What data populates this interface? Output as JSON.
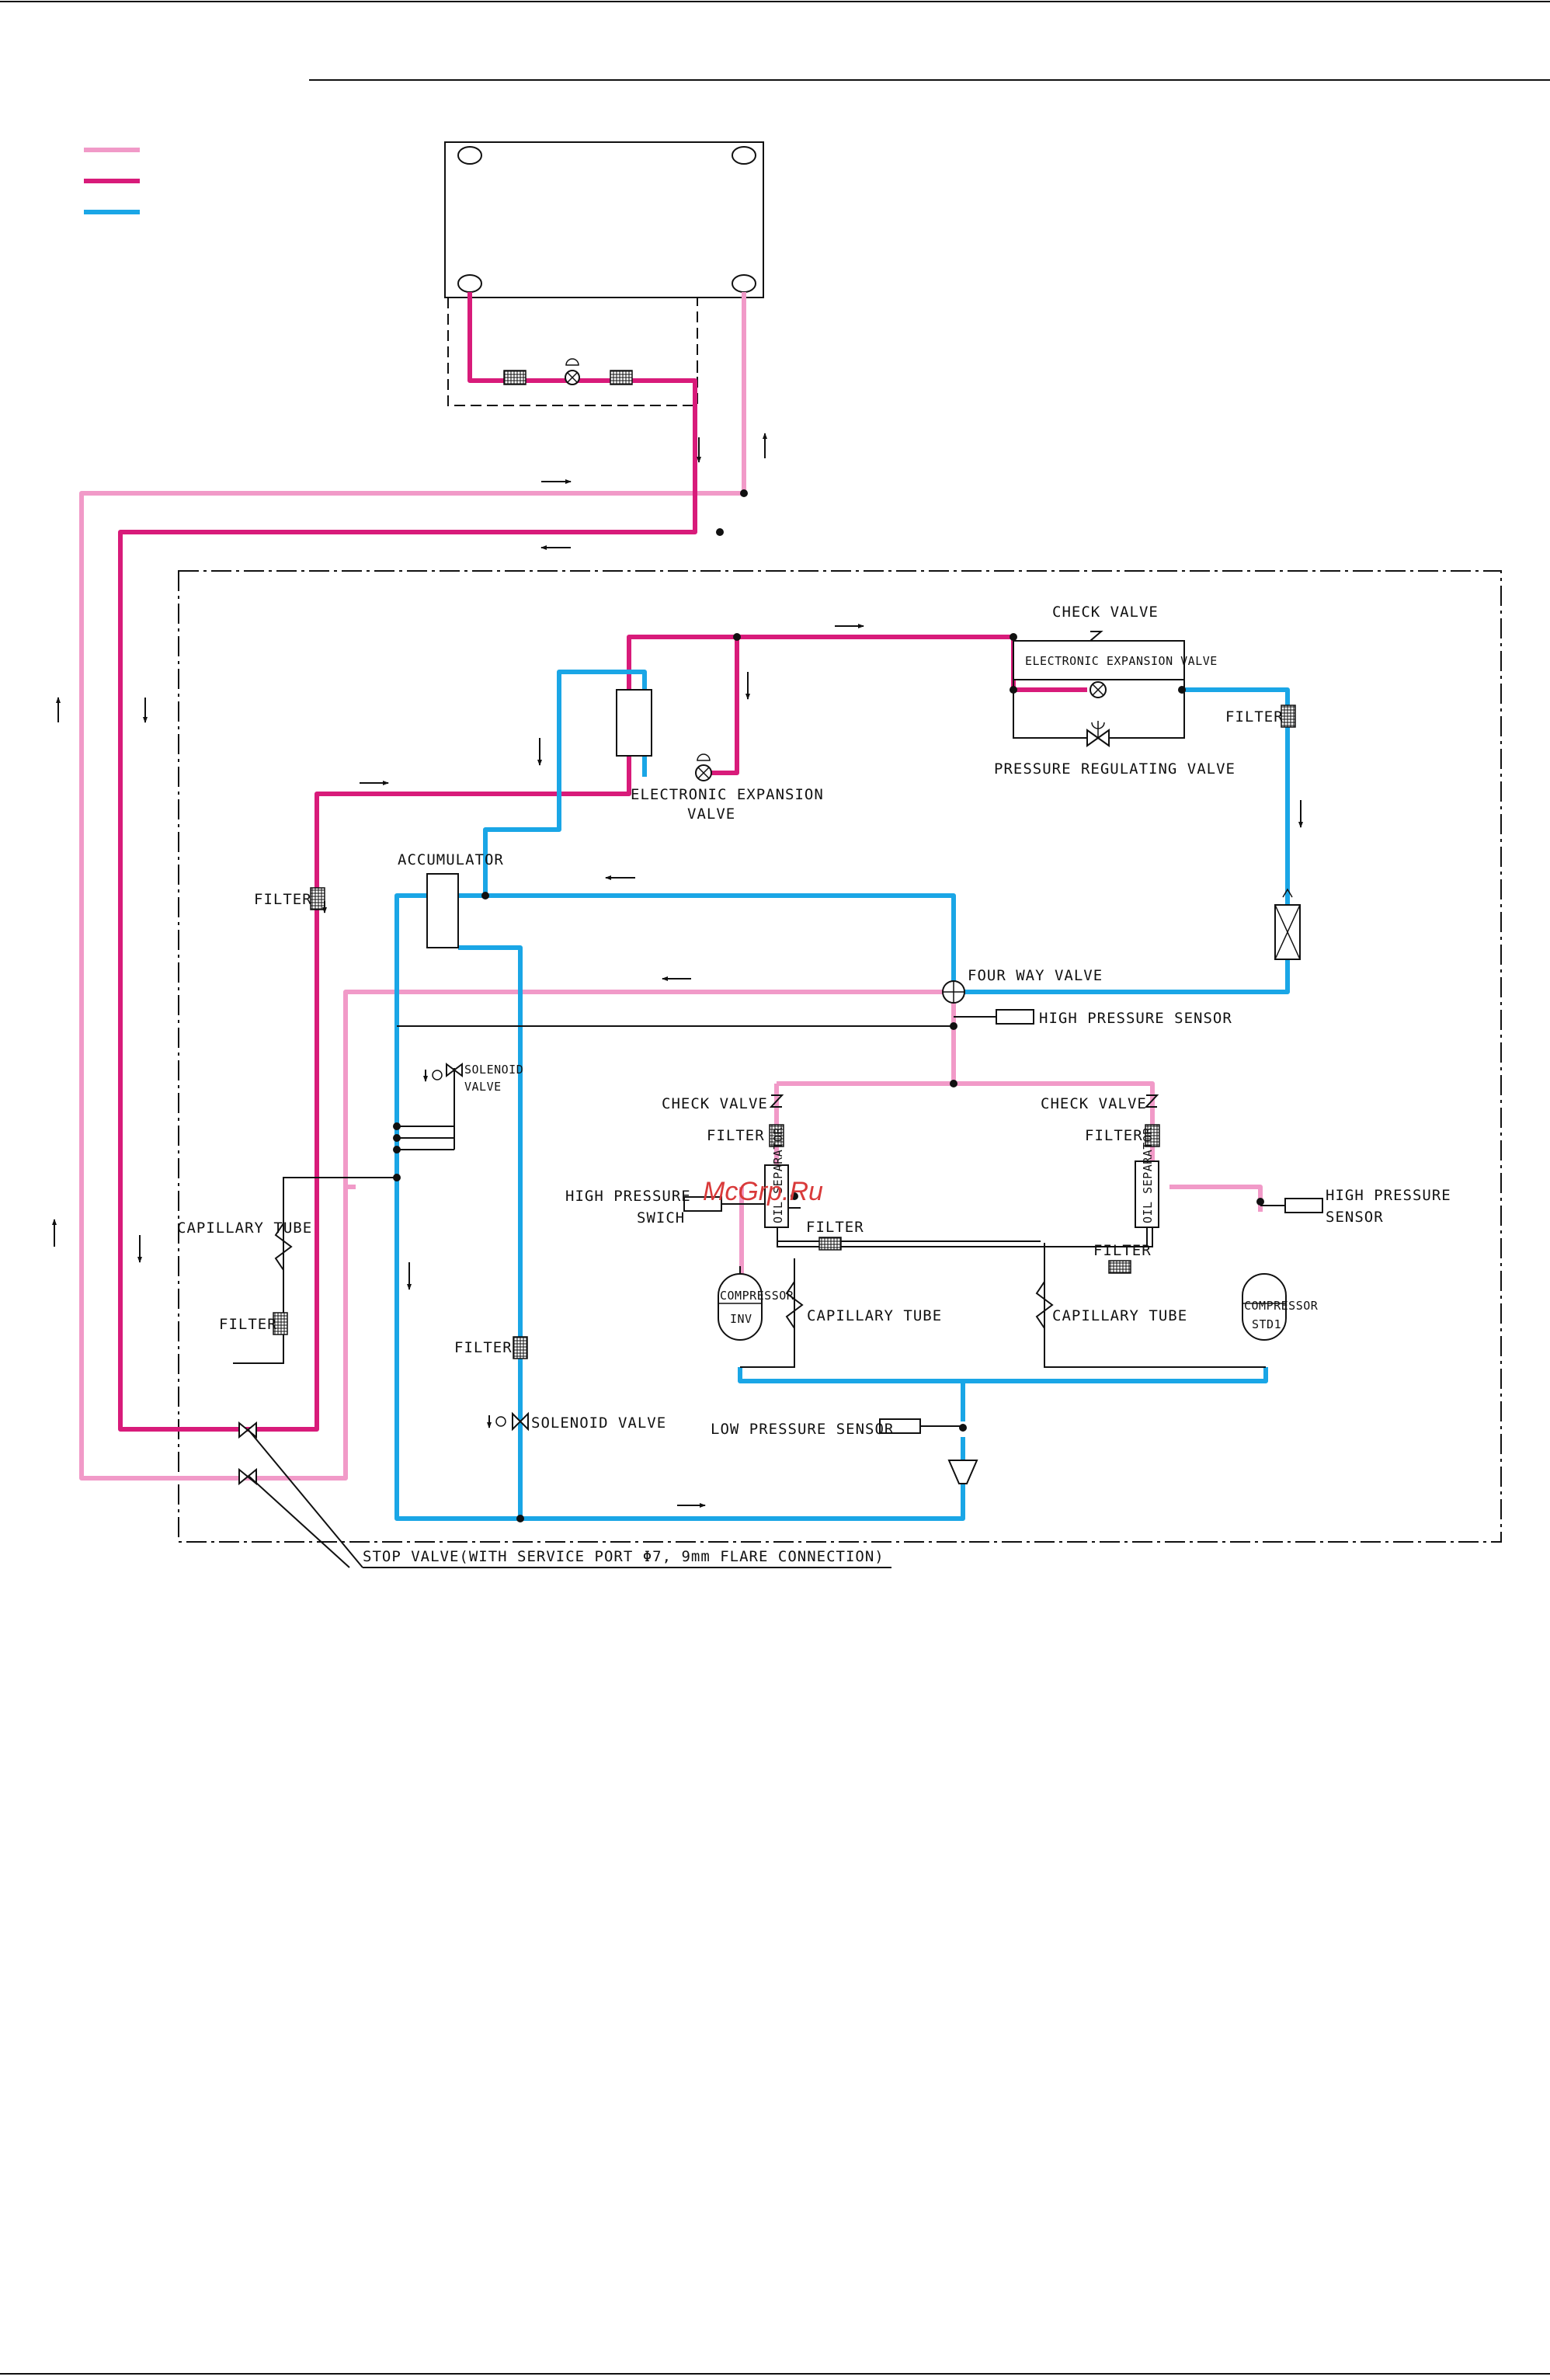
{
  "colors": {
    "suction": "#1aa6e6",
    "discharge": "#d81b7a",
    "liquid": "#f19ac8",
    "linework": "#111111",
    "watermark": "#d93a3a"
  },
  "labels": {
    "check_valve_top": "CHECK VALVE",
    "eev_box": "ELECTRONIC EXPANSION VALVE",
    "filter_right": "FILTER",
    "pressure_regulating_valve": "PRESSURE REGULATING VALVE",
    "eev_left_1": "ELECTRONIC EXPANSION",
    "eev_left_2": "VALVE",
    "accumulator": "ACCUMULATOR",
    "filter_left": "FILTER",
    "four_way_valve": "FOUR WAY VALVE",
    "high_pressure_sensor_top": "HIGH PRESSURE SENSOR",
    "solenoid_valve_upper_1": "SOLENOID",
    "solenoid_valve_upper_2": "VALVE",
    "check_valve_inv": "CHECK VALVE",
    "check_valve_std": "CHECK VALVE",
    "filter_inv": "FILTER",
    "filter_std": "FILTER",
    "high_pressure_switch_1": "HIGH PRESSURE",
    "high_pressure_switch_2": "SWICH",
    "oil_separator_inv": "OIL SEPARATOR",
    "oil_separator_std": "OIL SEPARATOR",
    "filter_mid": "FILTER",
    "filter_mid2": "FILTER",
    "high_pressure_sensor_right_1": "HIGH PRESSURE",
    "high_pressure_sensor_right_2": "SENSOR",
    "capillary_tube_left": "CAPILLARY TUBE",
    "capillary_tube_inv": "CAPILLARY TUBE",
    "capillary_tube_std": "CAPILLARY TUBE",
    "compressor_inv_1": "COMPRESSOR",
    "compressor_inv_2": "INV",
    "compressor_std_1": "COMPRESSOR",
    "compressor_std_2": "STD1",
    "filter_bottom_left": "FILTER",
    "filter_lower_mid": "FILTER",
    "solenoid_valve_lower": "SOLENOID VALVE",
    "low_pressure_sensor": "LOW PRESSURE SENSOR",
    "stop_valve": "STOP VALVE(WITH SERVICE PORT Φ7, 9mm FLARE CONNECTION)"
  },
  "watermark": "McGrp.Ru",
  "icons": [
    "filter-icon",
    "check-valve-icon",
    "solenoid-valve-icon",
    "expansion-valve-icon",
    "four-way-valve-icon",
    "compressor-icon",
    "stop-valve-icon",
    "flow-arrow-icon"
  ]
}
